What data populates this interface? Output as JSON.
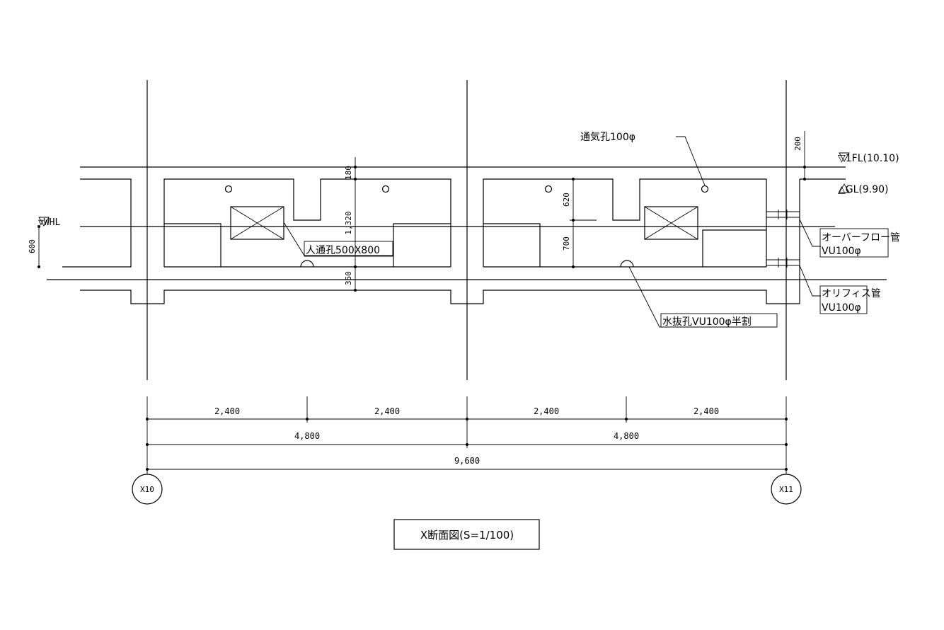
{
  "title": "X断面図(S=1/100)",
  "levels": {
    "fl": "▽1FL(10.10)",
    "gl": "△GL(9.90)",
    "whl": "▽WHL"
  },
  "notes": {
    "vent": "通気孔100φ",
    "manhole": "人通孔500X800",
    "overflow_1": "オーバーフロー管",
    "overflow_2": "VU100φ",
    "orifice_1": "オリフィス管",
    "orifice_2": "VU100φ",
    "drain": "水抜孔VU100φ半割"
  },
  "vertical_dims": {
    "d200": "200",
    "d180": "180",
    "d1320": "1,320",
    "d350": "350",
    "d620": "620",
    "d700": "700",
    "d600": "600"
  },
  "horizontal_dims": {
    "row1": [
      "2,400",
      "2,400",
      "2,400",
      "2,400"
    ],
    "row2": [
      "4,800",
      "4,800"
    ],
    "row3": "9,600"
  },
  "axes": {
    "left": "X10",
    "right": "X11"
  }
}
